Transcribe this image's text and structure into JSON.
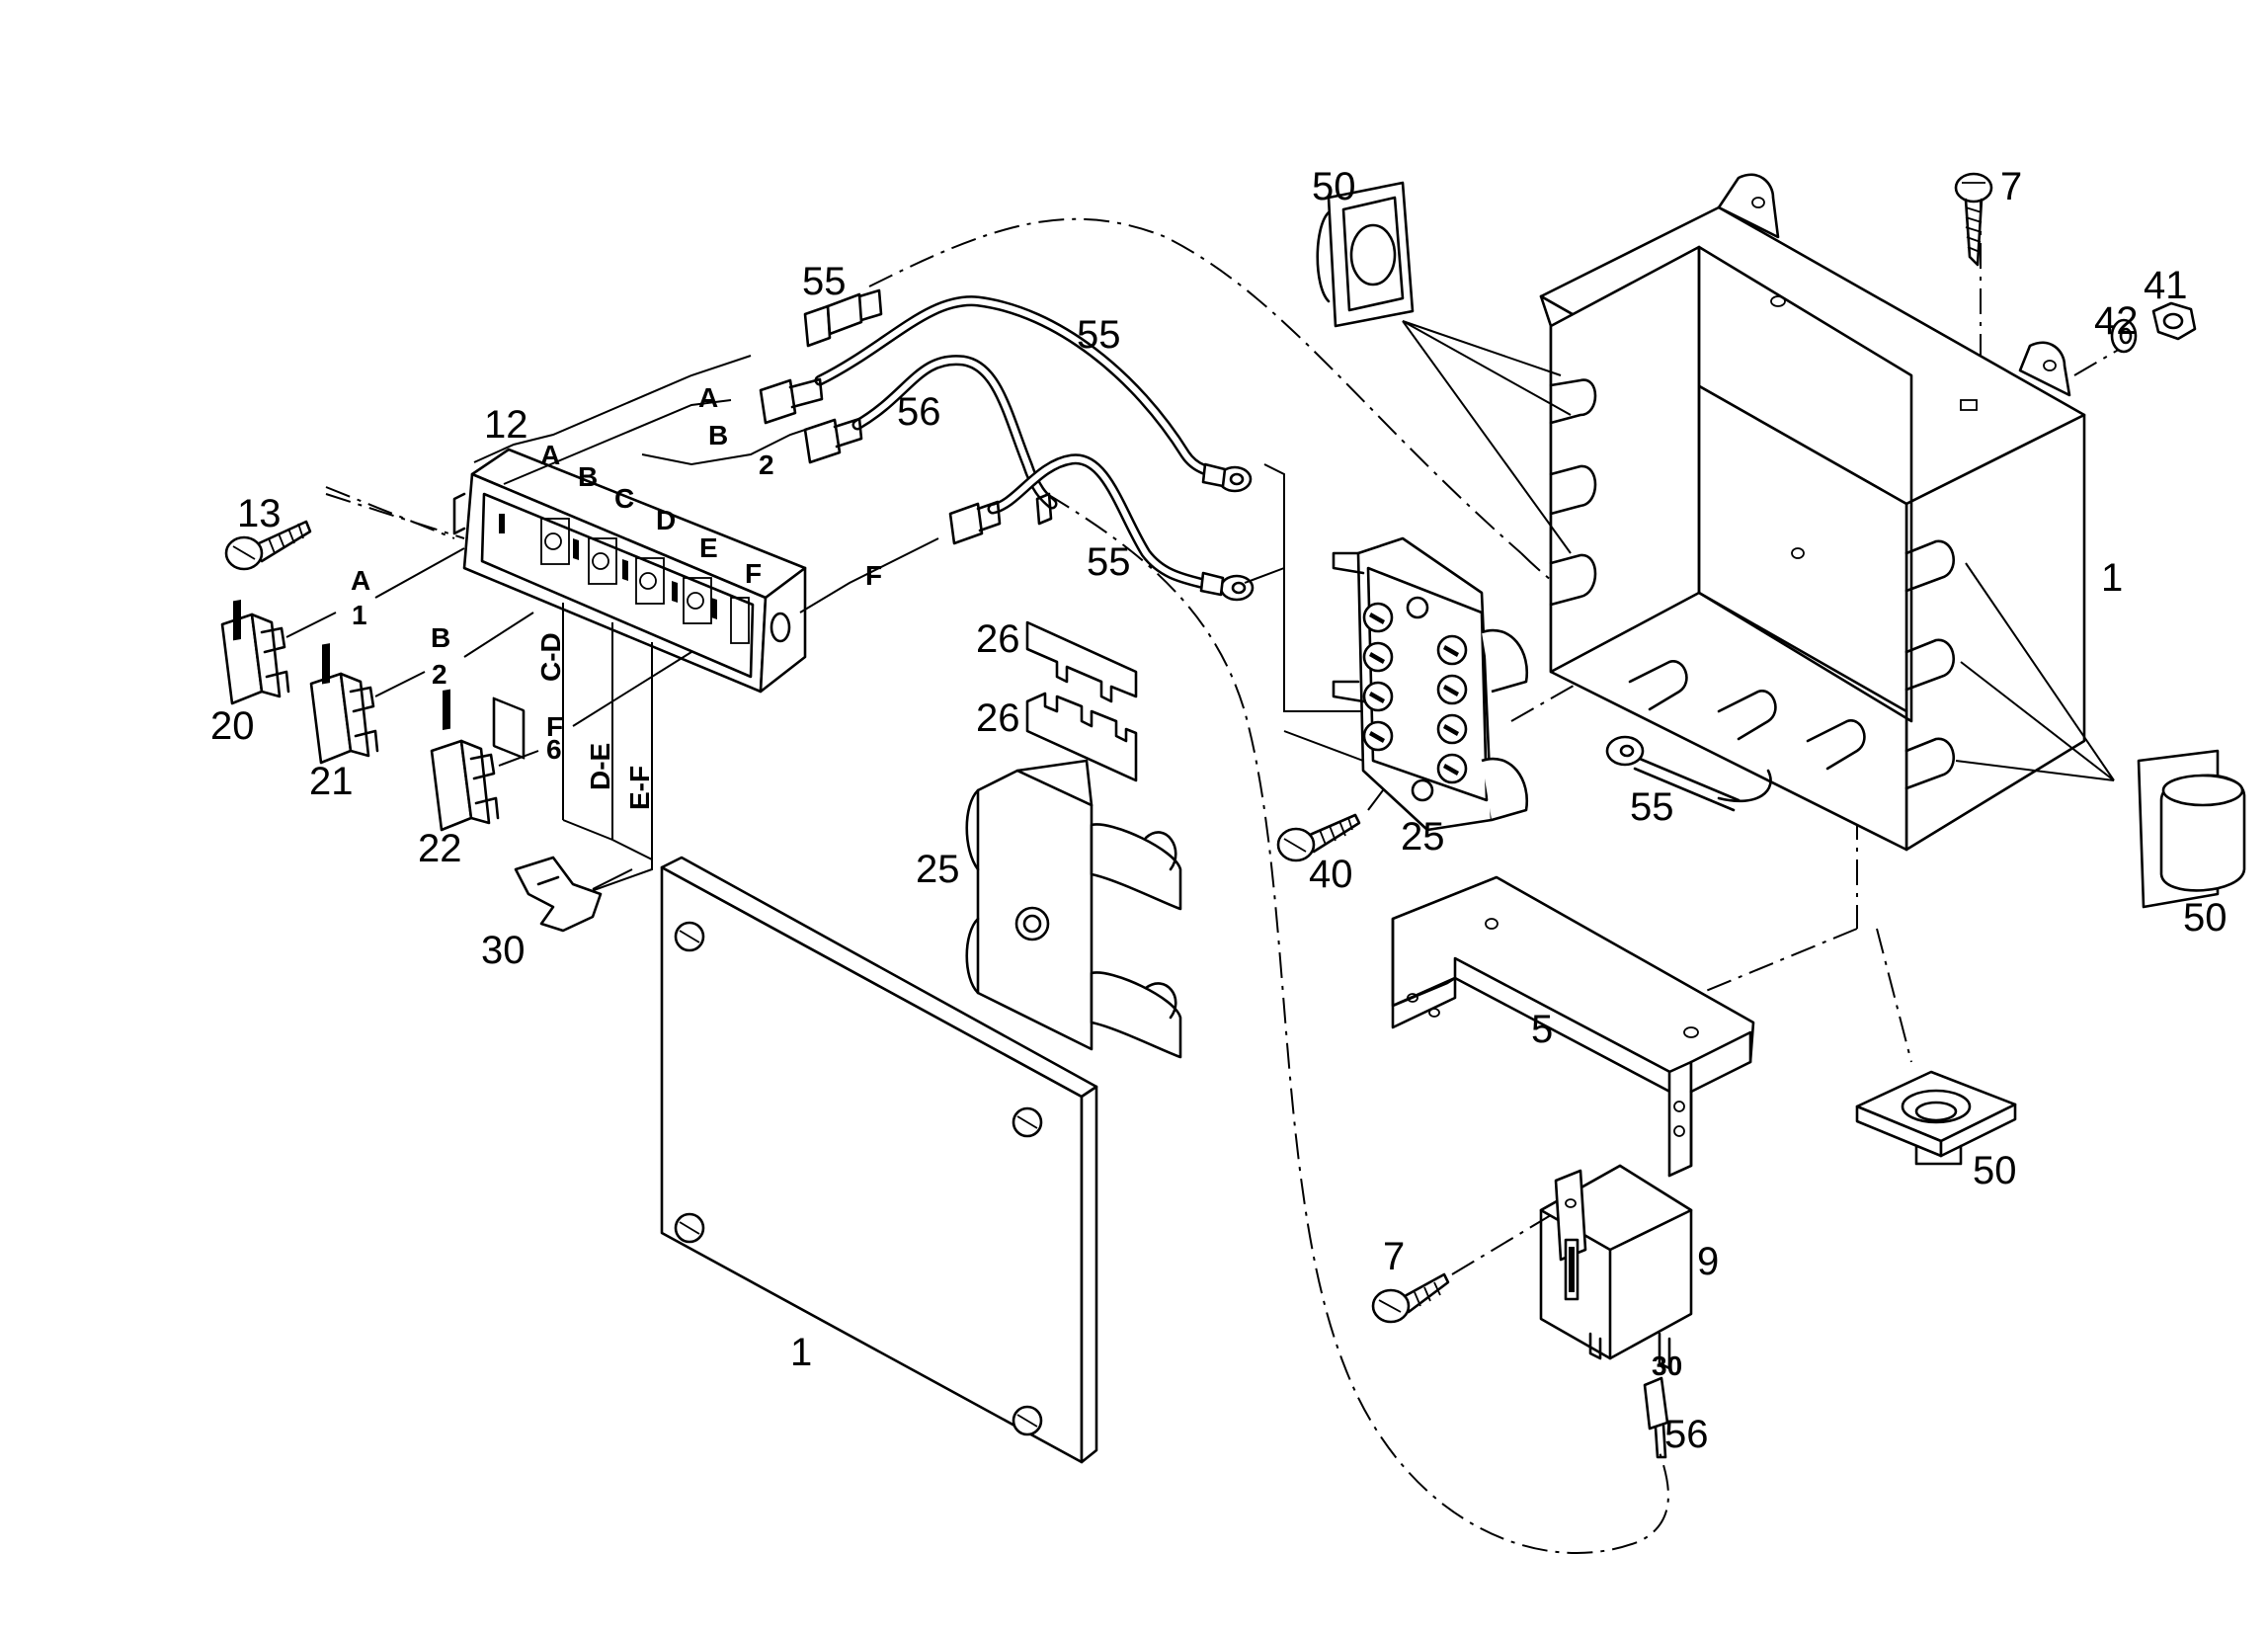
{
  "part_numbers": {
    "cover_front": "1",
    "box_housing": "1",
    "bracket": "5",
    "screw_top": "7",
    "screw_relay": "7",
    "relay": "9",
    "fuse_block": "12",
    "fuse_screw": "13",
    "fuse_a": "20",
    "fuse_b": "21",
    "fuse_f": "22",
    "terminal_block_exploded": "25",
    "terminal_block_mounted": "25",
    "plate_upper": "26",
    "plate_lower": "26",
    "clip": "30",
    "screw_terminal": "40",
    "nut": "41",
    "washer": "42",
    "grommet_top": "50",
    "grommet_right": "50",
    "grommet_bottom": "50",
    "wire_top_label": "55",
    "wire_upper": "55",
    "wire_middle": "55",
    "wire_ring": "55",
    "wire_56": "56",
    "wire_56_relay": "56",
    "relay_pin": "30"
  },
  "fuse_letters": [
    "A",
    "B",
    "C",
    "D",
    "E",
    "F"
  ],
  "conn_labels": {
    "wire_a": "A",
    "wire_b": "B",
    "wire_2": "2",
    "wire_f": "F",
    "fuse_a_letter": "A",
    "fuse_a_num": "1",
    "fuse_b_letter": "B",
    "fuse_b_num": "2",
    "fuse_f_letter": "F",
    "fuse_f_num": "6",
    "bridge_cd": "C-D",
    "bridge_de": "D-E",
    "bridge_ef": "E-F"
  },
  "icons": [
    "screw-icon",
    "nut-icon",
    "washer-icon",
    "fuse-icon",
    "grommet-icon",
    "relay-icon",
    "terminal-block-icon"
  ]
}
